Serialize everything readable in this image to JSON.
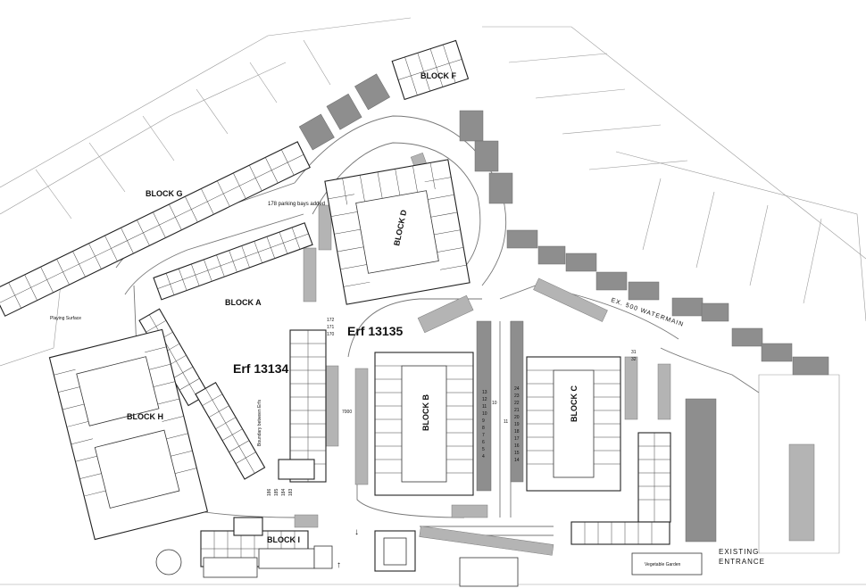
{
  "blocks": {
    "a": "BLOCK A",
    "b": "BLOCK B",
    "c": "BLOCK C",
    "d": "BLOCK D",
    "f": "BLOCK F",
    "g": "BLOCK G",
    "h": "BLOCK H",
    "i": "BLOCK I"
  },
  "erf": {
    "left": "Erf  13134",
    "right": "Erf  13135"
  },
  "notes": {
    "parking_added": "178 parking bays added",
    "watermain": "EX. 500  WATERMAIN",
    "boundary": "Boundary between Erfs",
    "playing_surface": "Playing Surface",
    "vegetable_garden": "Vegetable Garden",
    "existing": "EXISTING",
    "entrance": "ENTRANCE",
    "dim_7000": "7000"
  },
  "numbers": {
    "col_b": [
      "13",
      "12",
      "11",
      "10",
      "9",
      "8",
      "7",
      "6",
      "5",
      "4"
    ],
    "col_c": [
      "24",
      "23",
      "22",
      "21",
      "20",
      "19",
      "18",
      "17",
      "16",
      "15",
      "14"
    ],
    "block_a_top": [
      "172",
      "171",
      "170"
    ],
    "block_a_bottom": [
      "186",
      "185",
      "184",
      "183"
    ],
    "c_right": [
      "31",
      "32"
    ],
    "b_mid": [
      "10"
    ],
    "c_mid": [
      "11"
    ]
  }
}
